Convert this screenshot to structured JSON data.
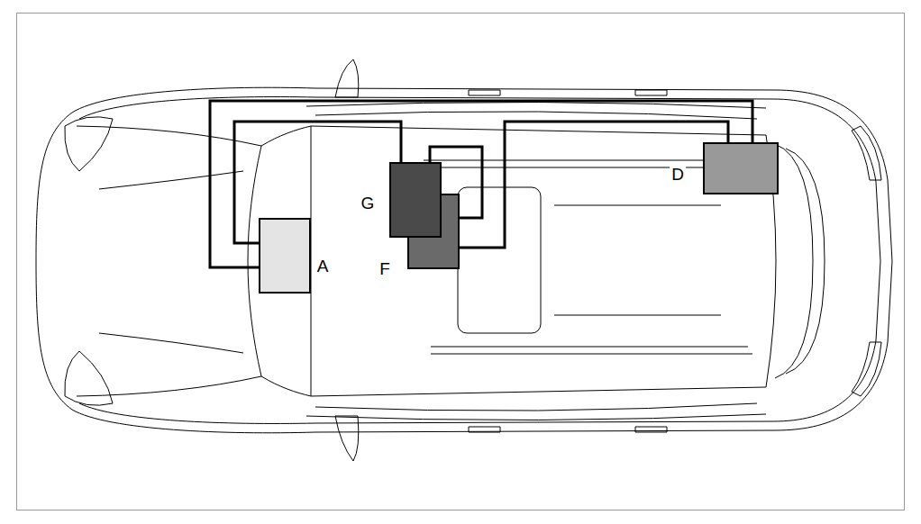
{
  "diagram": {
    "nodes": [
      {
        "text": [
          "A"
        ]
      },
      {
        "text": [
          "G"
        ]
      },
      {
        "text": [
          "F"
        ]
      },
      {
        "text": [
          "D"
        ]
      }
    ],
    "edges": [
      {
        "from": 0,
        "to": 3,
        "arrow": "none"
      },
      {
        "from": 0,
        "to": 1,
        "arrow": "none"
      },
      {
        "from": 1,
        "to": 2,
        "arrow": "none"
      },
      {
        "from": 2,
        "to": 3,
        "arrow": "none"
      }
    ]
  }
}
